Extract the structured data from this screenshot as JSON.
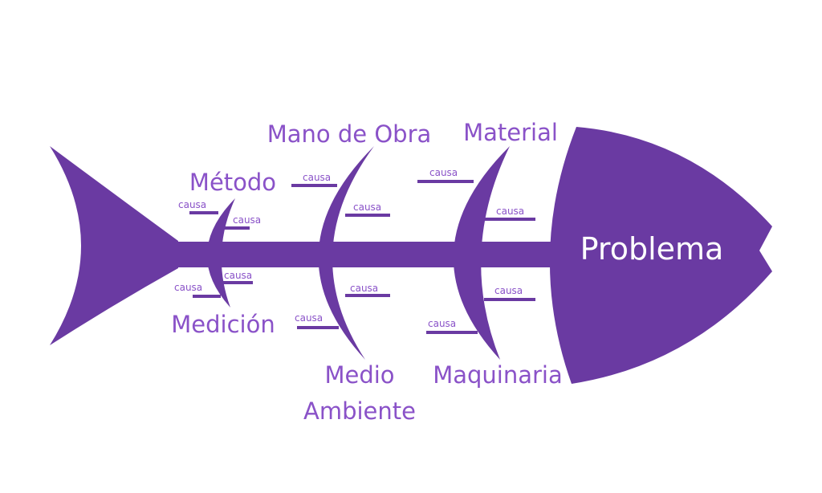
{
  "problem": "Problema",
  "categories": {
    "metodo": "Método",
    "mano_de_obra": "Mano de Obra",
    "material": "Material",
    "medicion": "Medición",
    "medio_ambiente_1": "Medio",
    "medio_ambiente_2": "Ambiente",
    "maquinaria": "Maquinaria"
  },
  "cause_label": "causa",
  "colors": {
    "fish": "#6a3aa2",
    "text": "#8a52c8"
  }
}
